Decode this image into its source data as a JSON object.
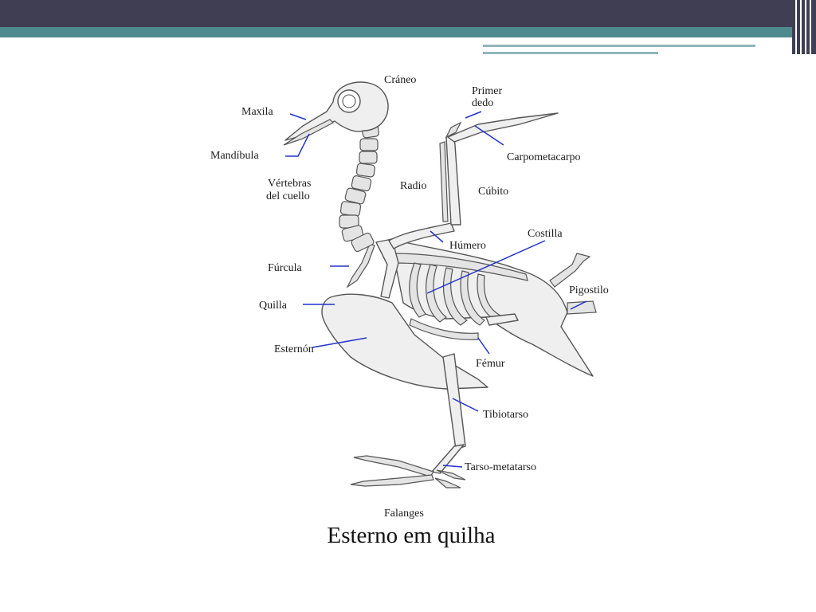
{
  "colors": {
    "header_dark": "#3f3e52",
    "header_teal": "#4f8a8f",
    "accent_line": "#8fb6b9",
    "leader": "#2233cc"
  },
  "labels": {
    "craneo": "Cráneo",
    "maxila": "Maxila",
    "mandibula": "Mandíbula",
    "vertebras_1": "Vértebras",
    "vertebras_2": "del cuello",
    "primer_1": "Primer",
    "primer_2": "dedo",
    "carpometacarpo": "Carpometacarpo",
    "radio": "Radio",
    "cubito": "Cúbito",
    "humero": "Húmero",
    "costilla": "Costilla",
    "furcula": "Fúrcula",
    "pigostilo": "Pigostilo",
    "quilla": "Quilla",
    "esternon": "Esternón",
    "femur": "Fémur",
    "tibiotarso": "Tibiotarso",
    "tarso": "Tarso-metatarso",
    "falanges": "Falanges"
  },
  "caption": "Esterno em quilha"
}
